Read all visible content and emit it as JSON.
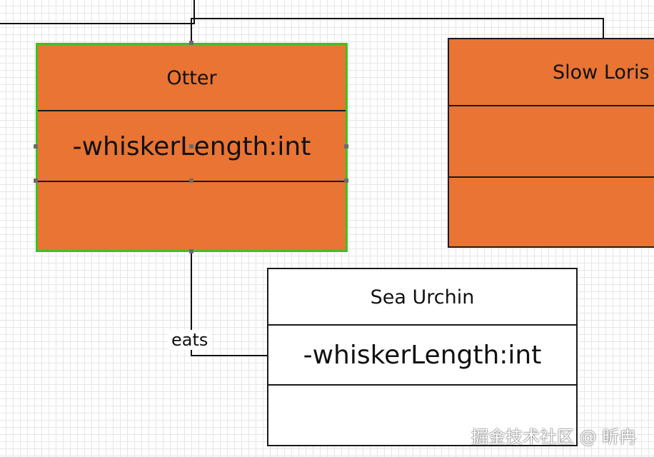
{
  "classes": {
    "otter": {
      "name": "Otter",
      "attribute": "-whiskerLength:int"
    },
    "slow_loris": {
      "name": "Slow Loris"
    },
    "sea_urchin": {
      "name": "Sea Urchin",
      "attribute": "-whiskerLength:int"
    }
  },
  "relations": {
    "eats_label": "eats"
  },
  "watermark": "掘金技术社区 @ 昕冉",
  "colors": {
    "class_fill": "#e97433",
    "selection_border": "#3cc320"
  }
}
